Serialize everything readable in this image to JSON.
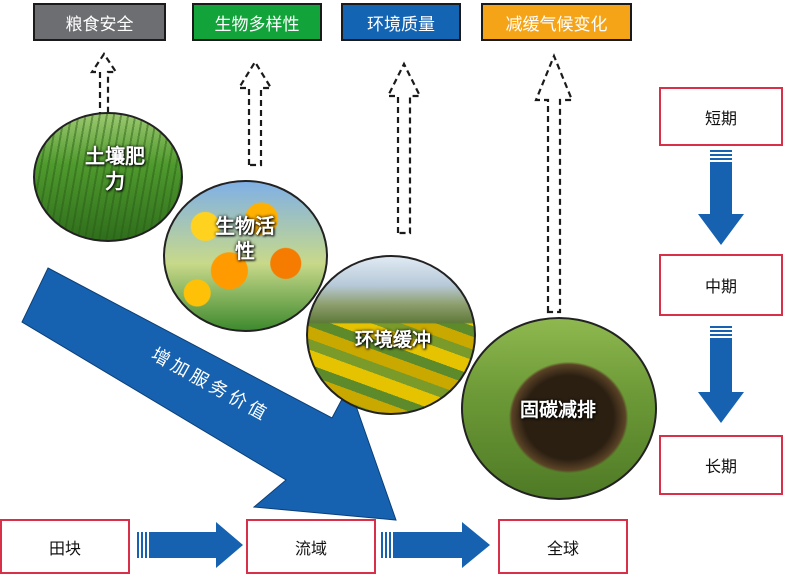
{
  "goals": [
    {
      "label": "粮食安全",
      "color": "#6d6e71"
    },
    {
      "label": "生物多样性",
      "color": "#12a33a"
    },
    {
      "label": "环境质量",
      "color": "#1464b4"
    },
    {
      "label": "减缓气候变化",
      "color": "#f5a418"
    }
  ],
  "functions": [
    {
      "label": "土壤肥力"
    },
    {
      "label": "生物活性"
    },
    {
      "label": "环境缓冲"
    },
    {
      "label": "固碳减排"
    }
  ],
  "time_scale": [
    "短期",
    "中期",
    "长期"
  ],
  "spatial_scale": [
    "田块",
    "流域",
    "全球"
  ],
  "big_arrow_label": "增加服务价值",
  "colors": {
    "arrow_blue": "#1662b0",
    "box_border": "#d9304a"
  }
}
